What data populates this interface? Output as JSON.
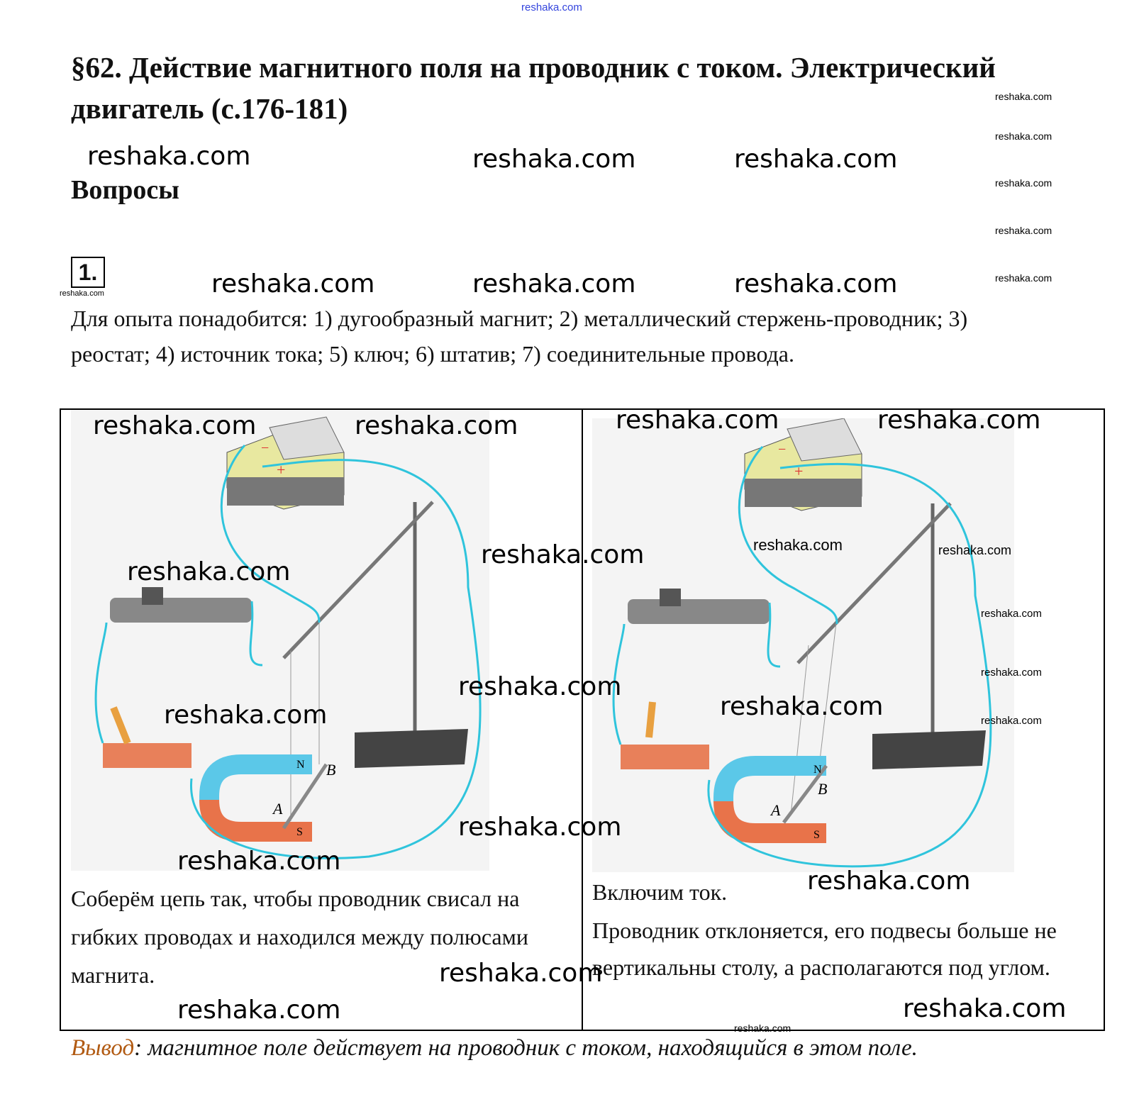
{
  "watermark": "reshaka.com",
  "header_link": "reshaka.com",
  "title": "§62. Действие магнитного поля на проводник с током. Электрический двигатель (с.176-181)",
  "section_heading": "Вопросы",
  "question_number": "1.",
  "intro": "Для опыта понадобится: 1) дугообразный магнит; 2) металлический стержень-проводник; 3) реостат; 4) источник тока; 5) ключ; 6) штатив; 7) соединительные провода.",
  "figure_labels": {
    "north": "N",
    "south": "S",
    "point_a": "A",
    "point_b": "B",
    "minus": "−",
    "plus": "+"
  },
  "left_caption": "Соберём цепь так, чтобы проводник свисал на гибких проводах и находился между полюсами магнита.",
  "right_caption_line1": "Включим ток.",
  "right_caption_line2": "Проводник отклоняется, его подвесы больше не вертикальны столу, а располагаются под углом.",
  "conclusion_label": "Вывод",
  "conclusion_text": ": магнитное поле действует на проводник с током, находящийся в этом поле.",
  "colors": {
    "wire": "#2fc4dc",
    "magnet_north": "#5bc8e8",
    "magnet_south": "#e8734a",
    "conclusion_label": "#b15a12"
  }
}
